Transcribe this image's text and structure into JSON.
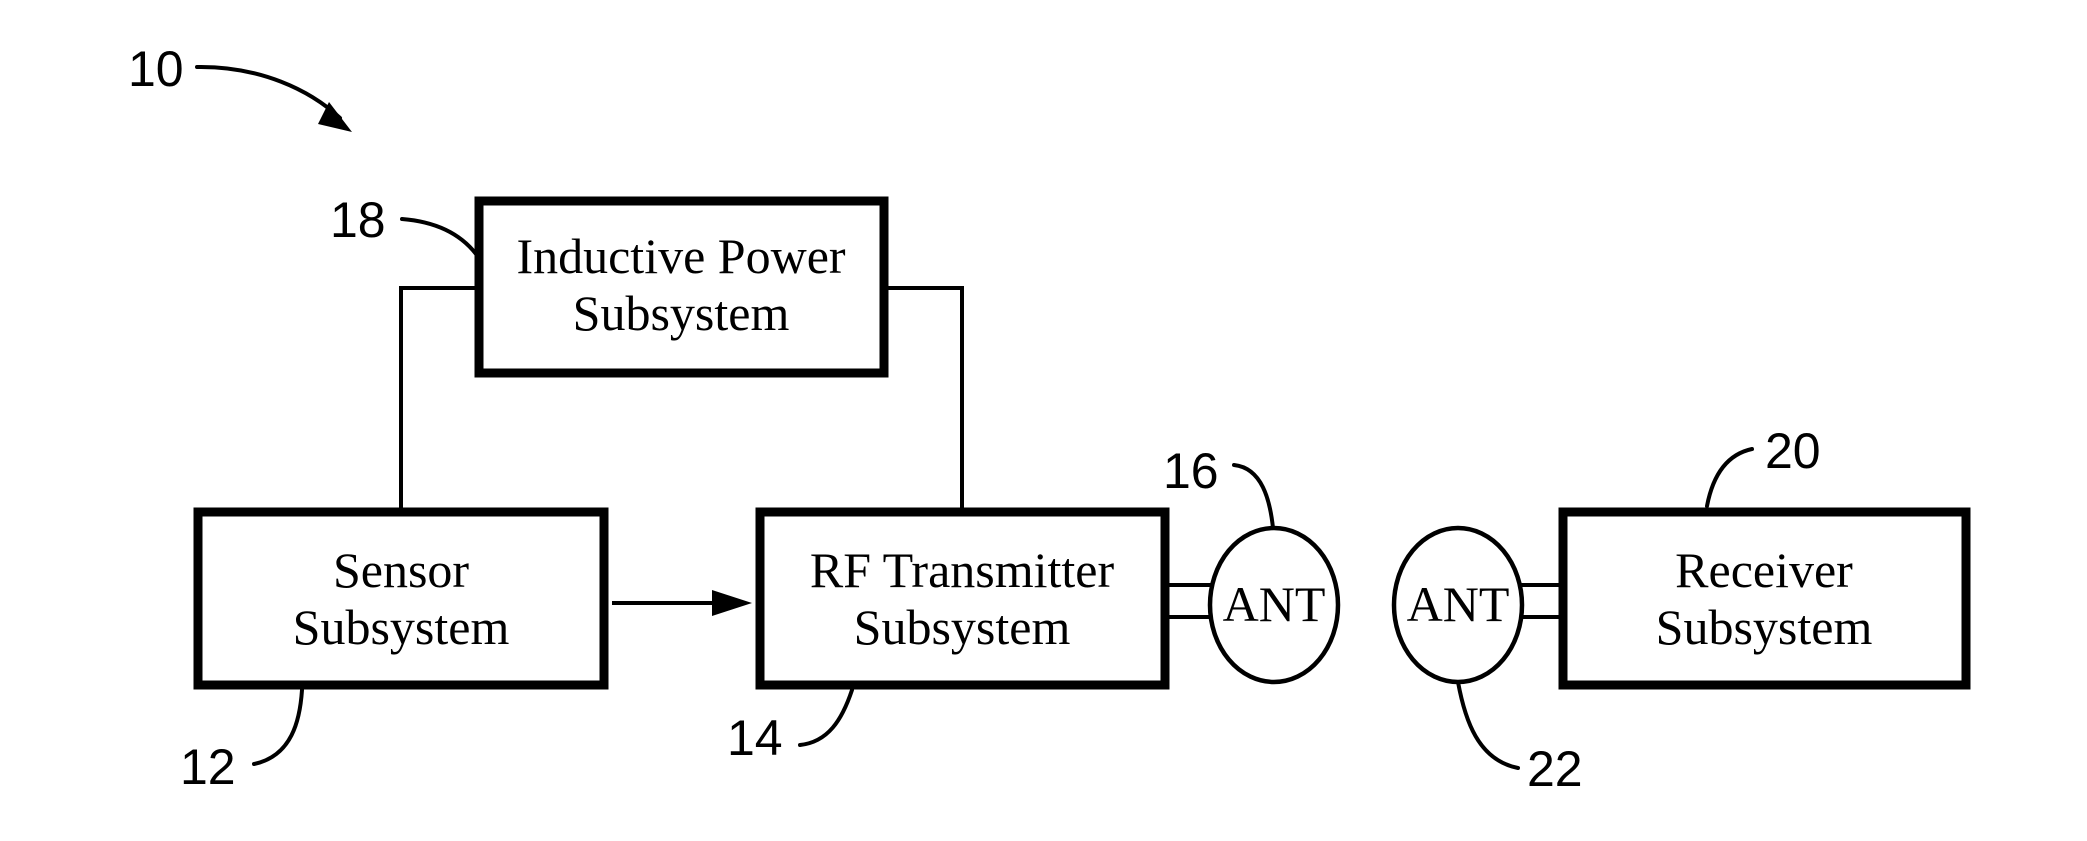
{
  "figure": {
    "reference": "10",
    "blocks": {
      "inductive_power": {
        "ref": "18",
        "line1": "Inductive Power",
        "line2": "Subsystem"
      },
      "sensor": {
        "ref": "12",
        "line1": "Sensor",
        "line2": "Subsystem"
      },
      "rf_transmitter": {
        "ref": "14",
        "line1": "RF Transmitter",
        "line2": "Subsystem"
      },
      "receiver": {
        "ref": "20",
        "line1": "Receiver",
        "line2": "Subsystem"
      }
    },
    "antennas": {
      "transmit": {
        "ref": "16",
        "label": "ANT"
      },
      "receive": {
        "ref": "22",
        "label": "ANT"
      }
    },
    "connections": [
      {
        "from": "Inductive Power Subsystem",
        "to": "Sensor Subsystem",
        "type": "line"
      },
      {
        "from": "Inductive Power Subsystem",
        "to": "RF Transmitter Subsystem",
        "type": "line"
      },
      {
        "from": "Sensor Subsystem",
        "to": "RF Transmitter Subsystem",
        "type": "arrow"
      },
      {
        "from": "RF Transmitter Subsystem",
        "to": "ANT (16)",
        "type": "double-line"
      },
      {
        "from": "ANT (22)",
        "to": "Receiver Subsystem",
        "type": "double-line"
      }
    ]
  }
}
